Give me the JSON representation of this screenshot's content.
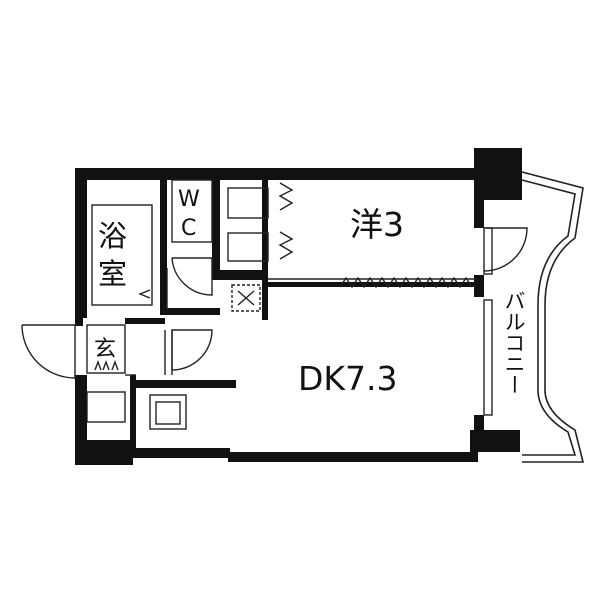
{
  "rooms": {
    "western": "洋3",
    "dk": "DK7.3",
    "bath_line1": "浴",
    "bath_line2": "室",
    "wc_line1": "W",
    "wc_line2": "C",
    "entrance": "玄",
    "balcony": "バルコニー"
  },
  "colors": {
    "wall": "#111111",
    "line": "#222222",
    "background": "#ffffff"
  }
}
